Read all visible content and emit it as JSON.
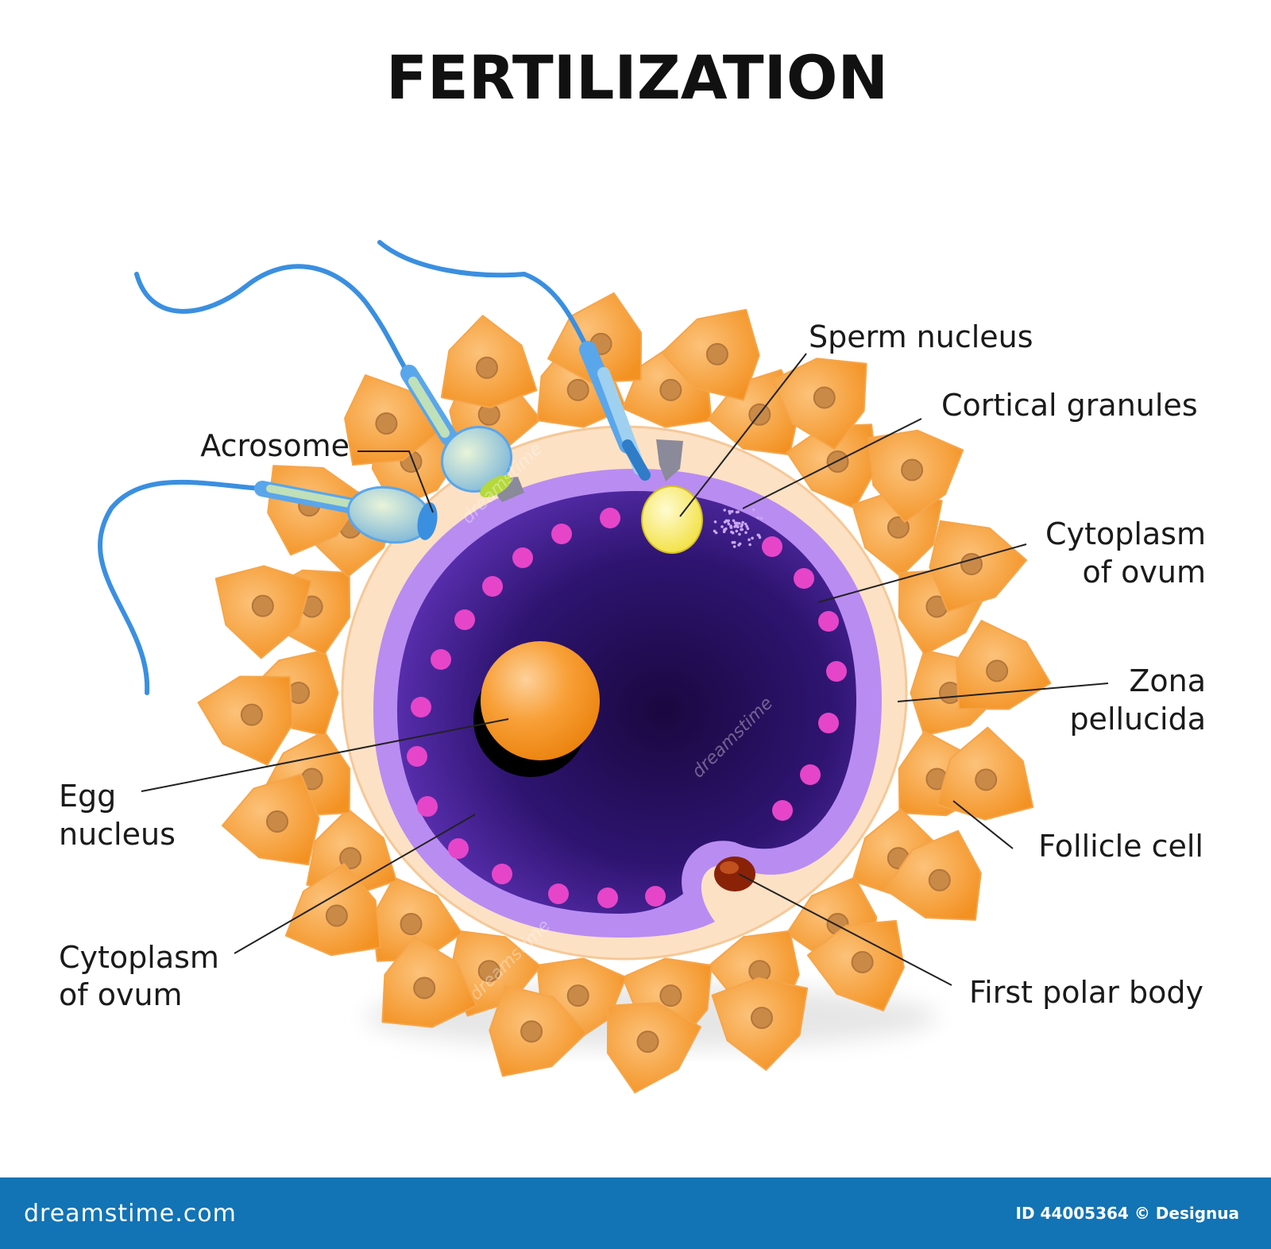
{
  "title": "FERTILIZATION",
  "labels": {
    "sperm_nucleus": "Sperm nucleus",
    "cortical_granules": "Cortical granules",
    "acrosome": "Acrosome",
    "cytoplasm_right_l1": "Cytoplasm",
    "cytoplasm_right_l2": "of ovum",
    "zona_l1": "Zona",
    "zona_l2": "pellucida",
    "egg_l1": "Egg",
    "egg_l2": "nucleus",
    "follicle_cell": "Follicle cell",
    "cytoplasm_left_l1": "Cytoplasm",
    "cytoplasm_left_l2": "of ovum",
    "first_polar_body": "First polar body"
  },
  "watermark": {
    "text": "dreamstime"
  },
  "footer": {
    "brand": "dreamstime.com",
    "credit": "ID 44005364 © Designua"
  },
  "colors": {
    "follicle": "#f7941d",
    "follicle_light": "#fbb45c",
    "zona": "#fde3c6",
    "cytoplasm_outer": "#b488f0",
    "cytoplasm_inner": "#1c0a45",
    "granule": "#e040c8",
    "nucleus": "#f7941d",
    "sperm_tail": "#3a8fe0",
    "footer_bg": "#1273b5"
  }
}
